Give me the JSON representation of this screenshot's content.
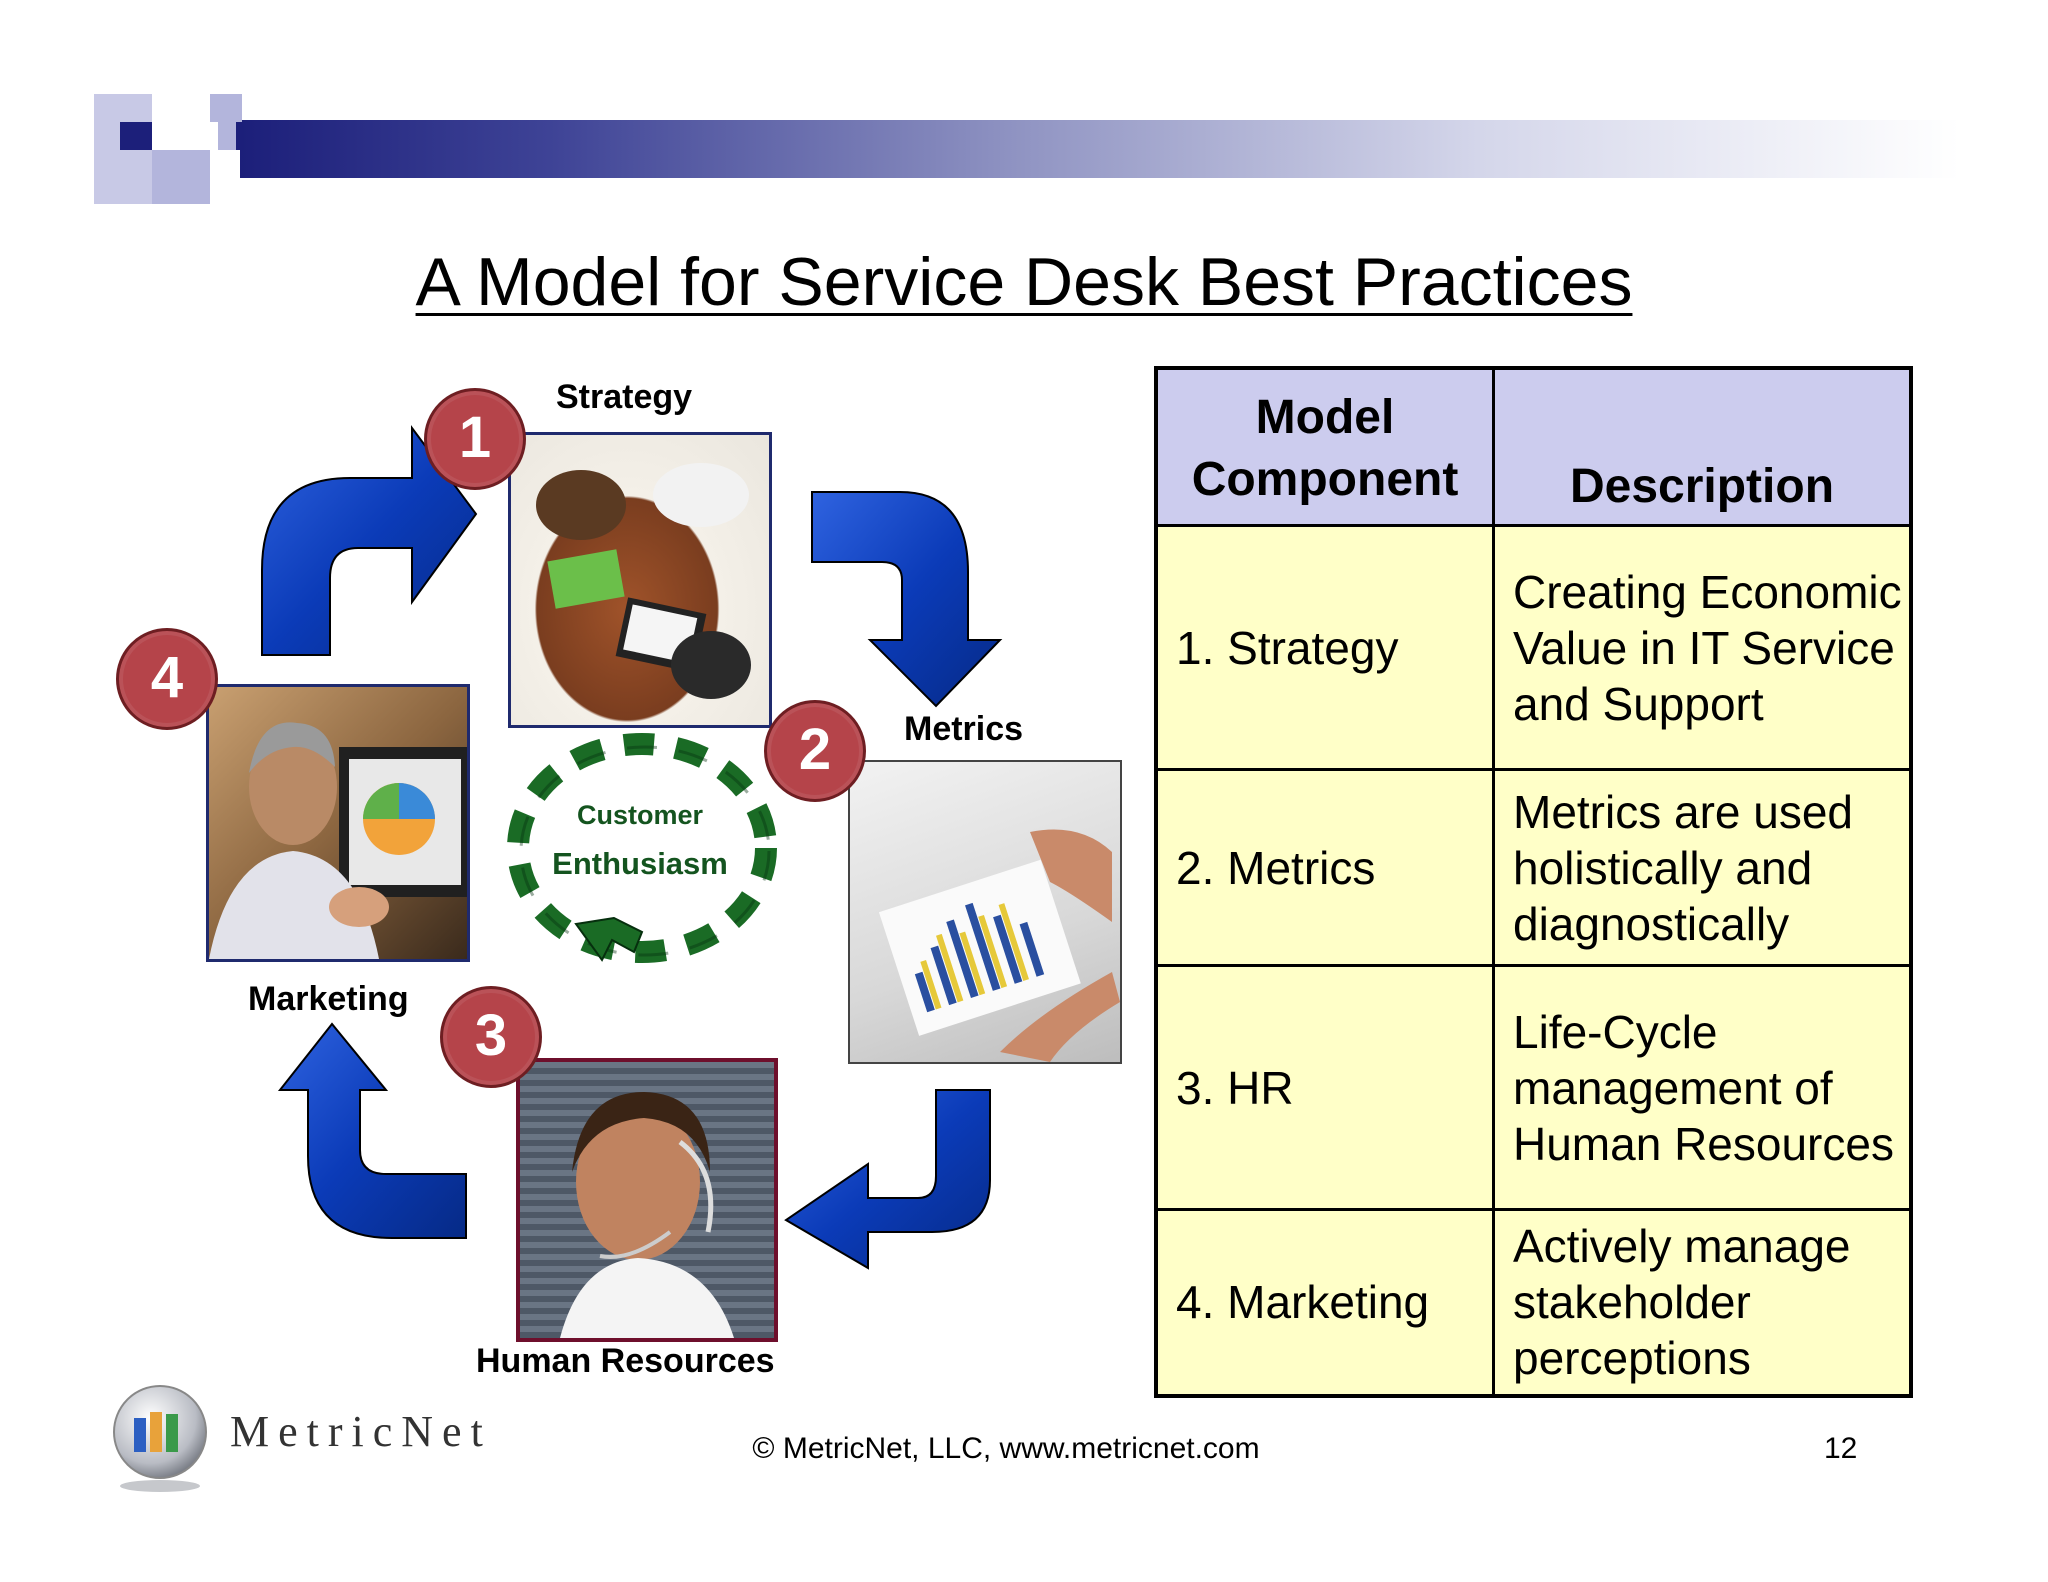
{
  "slide": {
    "title": "A Model for Service Desk Best Practices",
    "page_number": "12",
    "footer": "© MetricNet, LLC, www.metricnet.com"
  },
  "logo": {
    "name": "MetricNet",
    "icon": "bar-chart-globe-icon"
  },
  "diagram": {
    "center_line1": "Customer",
    "center_line2": "Enthusiasm",
    "steps": [
      {
        "number": "1",
        "label": "Strategy"
      },
      {
        "number": "2",
        "label": "Metrics"
      },
      {
        "number": "3",
        "label": "Human Resources"
      },
      {
        "number": "4",
        "label": "Marketing"
      }
    ]
  },
  "table": {
    "header_component": "Model Component",
    "header_description": "Description",
    "rows": [
      {
        "component": "1. Strategy",
        "description": "Creating Economic Value in IT Service and Support"
      },
      {
        "component": "2. Metrics",
        "description": "Metrics are used holistically and diagnostically"
      },
      {
        "component": "3. HR",
        "description": "Life-Cycle management of Human Resources"
      },
      {
        "component": "4. Marketing",
        "description": "Actively manage stakeholder perceptions"
      }
    ]
  },
  "colors": {
    "header_band_dark": "#1c1f7a",
    "table_header_bg": "#ccccee",
    "table_body_bg": "#ffffc8",
    "arrow_blue": "#1040c0",
    "badge_red": "#b5444a",
    "center_green": "#14541f"
  }
}
